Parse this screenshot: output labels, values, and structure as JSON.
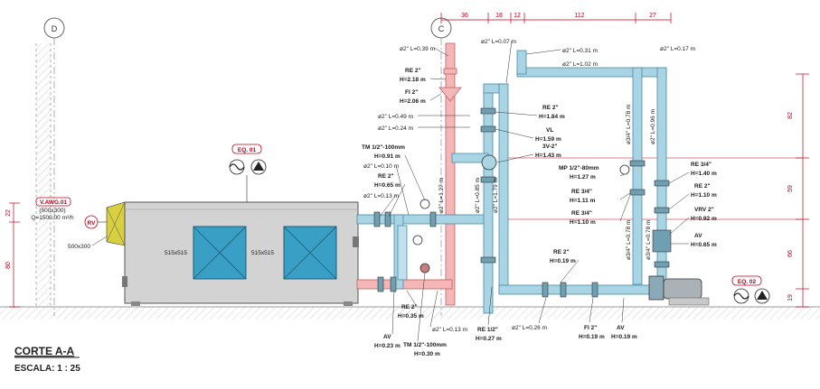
{
  "gridlines": {
    "d": "D",
    "c": "C"
  },
  "top_dims": [
    "36",
    "18",
    "12",
    "112",
    "27"
  ],
  "right_dims": [
    "82",
    "59",
    "66",
    "19"
  ],
  "left_dims": [
    "22",
    "80"
  ],
  "equipment": {
    "eq01": "EQ. 01",
    "eq02": "EQ. 02",
    "awg_tag": "V.AWG.01",
    "awg_size": "(500x300)",
    "awg_flow": "Q=1500,00 m³/h",
    "rv": "RV",
    "duct_size": "500x300",
    "grille1": "515x515",
    "grille2": "515x515"
  },
  "labels": {
    "l01": "ø2\" L=0.39 m",
    "l02": "RE 2\"",
    "l03": "H=2.18 m",
    "l04": "FI 2\"",
    "l05": "H=2.06 m",
    "l06": "ø2\" L=0.49 m",
    "l07": "ø2\" L=0.24 m",
    "l08": "TM 1/2\"-100mm",
    "l09": "H=0.91 m",
    "l10": "ø2\" L=0.10 m",
    "l11": "RE 2\"",
    "l12": "H=0.65 m",
    "l13": "ø2\" L=0.13 m",
    "l14": "ø2\" L=0.07 m",
    "l15": "ø2\" L=0.31 m",
    "l16": "ø2\" L=1.02 m",
    "l17": "ø2\" L=0.17 m",
    "l18": "RE 2\"",
    "l19": "H=1.84 m",
    "l20": "VL",
    "l21": "H=1.59 m",
    "l22": "3V-2\"",
    "l23": "H=1.43 m",
    "l24": "MP 1/2\"-80mm",
    "l25": "H=1.27 m",
    "l26": "RE 3/4\"",
    "l27": "H=1.11 m",
    "l28": "RE 3/4\"",
    "l29": "H=1.10 m",
    "l30": "RE 3/4\"",
    "l31": "H=1.40 m",
    "l32": "RE 2\"",
    "l33": "H=1.10 m",
    "l34": "VRV 2\"",
    "l35": "H=0.92 m",
    "l36": "AV",
    "l37": "H=0.65 m",
    "l38": "RE 2\"",
    "l39": "H=0.19 m",
    "l40": "FI 2\"",
    "l41": "H=0.19 m",
    "l42": "AV",
    "l43": "H=0.19 m",
    "l44": "ø2\" L=0.26 m",
    "l45": "RE 1/2\"",
    "l46": "H=0.27 m",
    "l47": "ø2\" L=0.13 m",
    "l48": "TM 1/2\"-100mm",
    "l49": "H=0.30 m",
    "l50": "RE 2\"",
    "l51": "H=0.35 m",
    "l52": "AV",
    "l53": "H=0.23 m",
    "v1": "ø2\" L=1.27 m",
    "v2": "ø2\" L=0.85 m",
    "v3": "ø2\" L=1.79 m",
    "v4": "ø3/4\" L=0.78 m",
    "v5": "ø2\" L=0.96 m",
    "v6": "ø3/4\" L=0.78 m",
    "v7": "ø3/4\" L=0.78 m"
  },
  "footer": {
    "title": "CORTE A-A",
    "scale": "ESCALA: 1 : 25"
  },
  "colors": {
    "pipe_blue": "#a9d4e3",
    "pipe_red": "#f4b6b6",
    "unit_grey": "#d3d3d3",
    "grille_blue": "#3a9fc4",
    "dim_red": "#c2001a",
    "duct_yellow": "#d8d040"
  }
}
